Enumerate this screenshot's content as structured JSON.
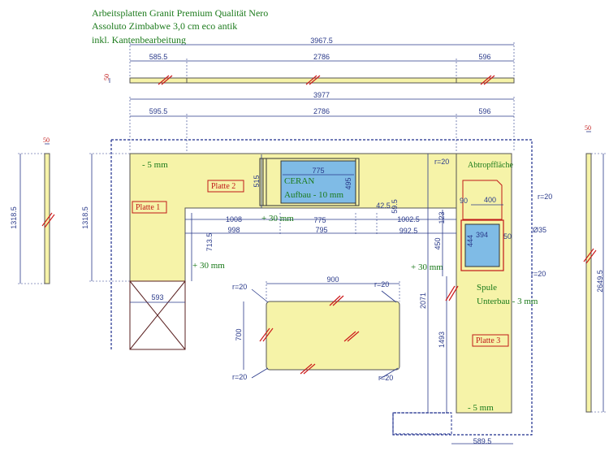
{
  "header": {
    "line1": "Arbeitsplatten Granit Premium Qualität Nero",
    "line2": "Assoluto Zimbabwe 3,0 cm eco antik",
    "line3": "inkl. Kantenbearbeitung"
  },
  "top_strip": {
    "total": "3967.5",
    "segments": [
      "585.5",
      "2786",
      "596"
    ],
    "thickness": "50"
  },
  "plan": {
    "total": "3977",
    "segments": [
      "595.5",
      "2786",
      "596"
    ],
    "left_height": "1318.5",
    "labels": {
      "minus5_top": "- 5 mm",
      "minus5_bottom": "- 5 mm",
      "platte1": "Platte 1",
      "platte2": "Platte 2",
      "platte3": "Platte 3",
      "ceran": "CERAN",
      "ceran_sub": "Aufbau - 10 mm",
      "abtropf": "Abtropffläche",
      "spule": "Spule",
      "spule_sub": "Unterbau - 3 mm",
      "plus30_a": "+ 30 mm",
      "plus30_b": "+ 30 mm",
      "plus30_c": "+ 30 mm"
    },
    "dims": {
      "cooktop_w": "775",
      "cooktop_h": "495",
      "depth_515": "515",
      "d1008": "1008",
      "d775": "775",
      "d425": "42.5",
      "d595": "59.5",
      "d10025": "1002.5",
      "d998": "998",
      "d795": "795",
      "d9925": "992.5",
      "d123": "123",
      "d7135": "713.5",
      "d593": "593",
      "r20_a": "r=20",
      "d90": "90",
      "d400": "400",
      "r20_b": "r=20",
      "d394": "394",
      "d444": "444",
      "d50": "50",
      "d35": "Ø35",
      "r20_c": "r=20",
      "d450": "450",
      "d2071": "2071",
      "d1493": "1493",
      "d5895": "589.5"
    }
  },
  "island": {
    "width": "900",
    "height": "700",
    "radii": [
      "r=20",
      "r=20",
      "r=20",
      "r=20"
    ]
  },
  "left_side": {
    "height": "1318.5",
    "thickness": "50"
  },
  "right_side": {
    "height": "2649.5",
    "thickness": "50"
  }
}
